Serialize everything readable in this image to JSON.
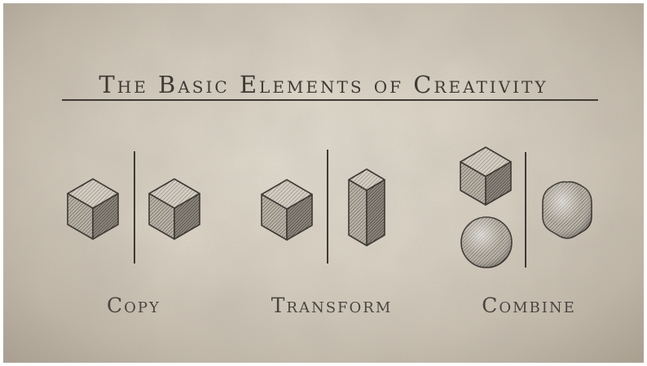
{
  "title": "The Basic Elements of Creativity",
  "labels": {
    "copy": "Copy",
    "transform": "Transform",
    "combine": "Combine"
  },
  "colors": {
    "ink": "#3e3a34",
    "paper": "#e6dfd2"
  }
}
